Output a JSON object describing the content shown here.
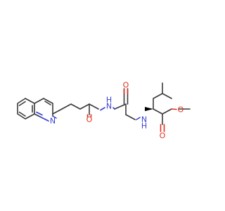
{
  "molecule": {
    "atoms": {
      "quinoline_n": {
        "label": "N",
        "element": "N"
      },
      "amide1_o": {
        "label": "O",
        "element": "O"
      },
      "amide1_nh": {
        "label": "N",
        "element": "N",
        "h_label": "H"
      },
      "amide2_o": {
        "label": "O",
        "element": "O"
      },
      "amide2_nh": {
        "label": "N",
        "element": "N",
        "h_label": "H"
      },
      "ester_o_carbonyl": {
        "label": "O",
        "element": "O"
      },
      "ester_o_ether": {
        "label": "O",
        "element": "O"
      }
    },
    "colors": {
      "carbon_bond": "#3a3a3a",
      "nitrogen": "#3a3fd0",
      "oxygen": "#e0301e",
      "wedge": "#000000"
    }
  }
}
